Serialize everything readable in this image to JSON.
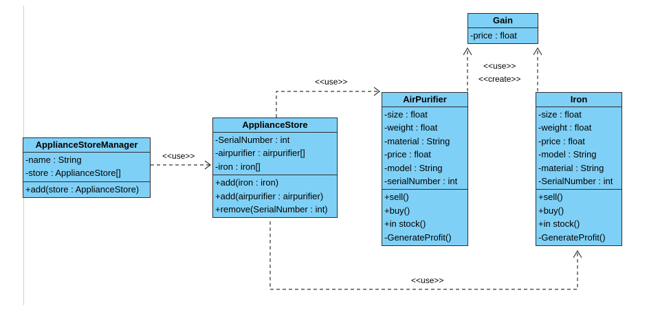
{
  "classes": {
    "gain": {
      "name": "Gain",
      "attributes": [
        "-price : float"
      ],
      "operations": []
    },
    "manager": {
      "name": "ApplianceStoreManager",
      "attributes": [
        "-name : String",
        "-store : ApplianceStore[]"
      ],
      "operations": [
        "+add(store : ApplianceStore)"
      ]
    },
    "store": {
      "name": "ApplianceStore",
      "attributes": [
        "-SerialNumber : int",
        "-airpurifier : airpurifier[]",
        "-iron : iron[]"
      ],
      "operations": [
        "+add(iron : iron)",
        "+add(airpurifier : airpurifier)",
        "+remove(SerialNumber : int)"
      ]
    },
    "airpurifier": {
      "name": "AirPurifier",
      "attributes": [
        "-size : float",
        "-weight : float",
        "-material : String",
        "-price : float",
        "-model : String",
        "-serialNumber : int"
      ],
      "operations": [
        "+sell()",
        "+buy()",
        "+in stock()",
        "-GenerateProfit()"
      ]
    },
    "iron": {
      "name": "Iron",
      "attributes": [
        "-size : float",
        "-weight : float",
        "-price : float",
        "-model : String",
        "-material : String",
        "-SerialNumber : int"
      ],
      "operations": [
        "+sell()",
        "+buy()",
        "+in stock()",
        "-GenerateProfit()"
      ]
    }
  },
  "edge_labels": {
    "manager_store": "<<use>>",
    "store_airpurifier": "<<use>>",
    "to_gain_use": "<<use>>",
    "to_gain_create": "<<create>>",
    "store_iron": "<<use>>"
  },
  "colors": {
    "class_fill": "#7fd0f6",
    "border": "#2b2b2b"
  }
}
